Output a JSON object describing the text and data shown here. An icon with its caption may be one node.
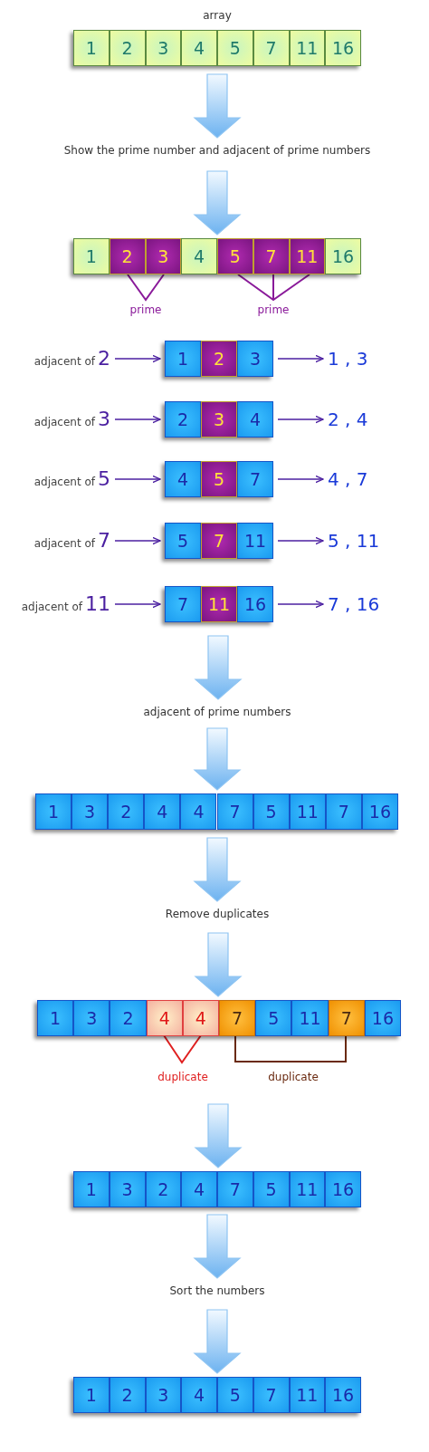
{
  "diagram": {
    "nodes": [
      {
        "text": [
          "array"
        ]
      },
      {
        "text": [
          "1"
        ],
        "in": 0
      },
      {
        "text": [
          "2"
        ],
        "in": 0
      },
      {
        "text": [
          "3"
        ],
        "in": 0
      },
      {
        "text": [
          "4"
        ],
        "in": 0
      },
      {
        "text": [
          "5"
        ],
        "in": 0
      },
      {
        "text": [
          "7"
        ],
        "in": 0
      },
      {
        "text": [
          "11"
        ],
        "in": 0
      },
      {
        "text": [
          "16"
        ],
        "in": 0
      },
      {
        "text": [
          "Show the prime number and adjacent of prime numbers"
        ]
      },
      {
        "text": [],
        "shape": "box"
      },
      {
        "text": [
          "1"
        ],
        "in": 10
      },
      {
        "text": [
          "2"
        ],
        "in": 10
      },
      {
        "text": [
          "3"
        ],
        "in": 10
      },
      {
        "text": [
          "4"
        ],
        "in": 10
      },
      {
        "text": [
          "5"
        ],
        "in": 10
      },
      {
        "text": [
          "7"
        ],
        "in": 10
      },
      {
        "text": [
          "11"
        ],
        "in": 10
      },
      {
        "text": [
          "16"
        ],
        "in": 10
      },
      {
        "text": [
          "adjacent of",
          "2"
        ]
      },
      {
        "text": [],
        "shape": "box"
      },
      {
        "text": [
          "1"
        ],
        "in": 20
      },
      {
        "text": [
          "2"
        ],
        "in": 20
      },
      {
        "text": [
          "3"
        ],
        "in": 20
      },
      {
        "text": [
          "1 , 3"
        ]
      },
      {
        "text": [
          "adjacent of",
          "3"
        ]
      },
      {
        "text": [],
        "shape": "box"
      },
      {
        "text": [
          "2"
        ],
        "in": 26
      },
      {
        "text": [
          "3"
        ],
        "in": 26
      },
      {
        "text": [
          "4"
        ],
        "in": 26
      },
      {
        "text": [
          "2 , 4"
        ]
      },
      {
        "text": [
          "adjacent of",
          "5"
        ]
      },
      {
        "text": [],
        "shape": "box"
      },
      {
        "text": [
          "4"
        ],
        "in": 32
      },
      {
        "text": [
          "5"
        ],
        "in": 32
      },
      {
        "text": [
          "7"
        ],
        "in": 32
      },
      {
        "text": [
          "4 , 7"
        ]
      },
      {
        "text": [
          "adjacent of",
          "7"
        ]
      },
      {
        "text": [],
        "shape": "box"
      },
      {
        "text": [
          "5"
        ],
        "in": 38
      },
      {
        "text": [
          "7"
        ],
        "in": 38
      },
      {
        "text": [
          "11"
        ],
        "in": 38
      },
      {
        "text": [
          "5 , 11"
        ]
      },
      {
        "text": [
          "adjacent of",
          "11"
        ]
      },
      {
        "text": [],
        "shape": "box"
      },
      {
        "text": [
          "7"
        ],
        "in": 44
      },
      {
        "text": [
          "11"
        ],
        "in": 44
      },
      {
        "text": [
          "16"
        ],
        "in": 44
      },
      {
        "text": [
          "7 , 16"
        ]
      },
      {
        "text": [
          "adjacent of prime numbers"
        ]
      },
      {
        "text": [],
        "shape": "box"
      },
      {
        "text": [
          "1"
        ],
        "in": 50
      },
      {
        "text": [
          "3"
        ],
        "in": 50
      },
      {
        "text": [
          "2"
        ],
        "in": 50
      },
      {
        "text": [
          "4"
        ],
        "in": 50
      },
      {
        "text": [
          "4"
        ],
        "in": 50
      },
      {
        "text": [
          "7"
        ],
        "in": 50
      },
      {
        "text": [
          "5"
        ],
        "in": 50
      },
      {
        "text": [
          "11"
        ],
        "in": 50
      },
      {
        "text": [
          "7"
        ],
        "in": 50
      },
      {
        "text": [
          "16"
        ],
        "in": 50
      },
      {
        "text": [
          "Remove duplicates"
        ]
      },
      {
        "text": [],
        "shape": "box"
      },
      {
        "text": [
          "1"
        ],
        "in": 62
      },
      {
        "text": [
          "3"
        ],
        "in": 62
      },
      {
        "text": [
          "2"
        ],
        "in": 62
      },
      {
        "text": [
          "4"
        ],
        "in": 62
      },
      {
        "text": [
          "4"
        ],
        "in": 62
      },
      {
        "text": [
          "7"
        ],
        "in": 62
      },
      {
        "text": [
          "5"
        ],
        "in": 62
      },
      {
        "text": [
          "11"
        ],
        "in": 62
      },
      {
        "text": [
          "7"
        ],
        "in": 62
      },
      {
        "text": [
          "16"
        ],
        "in": 62
      },
      {
        "text": [],
        "shape": "box"
      },
      {
        "text": [
          "1"
        ],
        "in": 73
      },
      {
        "text": [
          "3"
        ],
        "in": 73
      },
      {
        "text": [
          "2"
        ],
        "in": 73
      },
      {
        "text": [
          "4"
        ],
        "in": 73
      },
      {
        "text": [
          "7"
        ],
        "in": 73
      },
      {
        "text": [
          "5"
        ],
        "in": 73
      },
      {
        "text": [
          "11"
        ],
        "in": 73
      },
      {
        "text": [
          "16"
        ],
        "in": 73
      },
      {
        "text": [
          "Sort the numbers"
        ]
      },
      {
        "text": [],
        "shape": "box"
      },
      {
        "text": [
          "1"
        ],
        "in": 83
      },
      {
        "text": [
          "2"
        ],
        "in": 83
      },
      {
        "text": [
          "3"
        ],
        "in": 83
      },
      {
        "text": [
          "4"
        ],
        "in": 83
      },
      {
        "text": [
          "5"
        ],
        "in": 83
      },
      {
        "text": [
          "7"
        ],
        "in": 83
      },
      {
        "text": [
          "11"
        ],
        "in": 83
      },
      {
        "text": [
          "16"
        ],
        "in": 83
      }
    ],
    "edges": [
      {
        "from": 0,
        "to": 9,
        "arrow": "to",
        "style": "thick",
        "color": "#8ec4f2"
      },
      {
        "from": 9,
        "to": 10,
        "arrow": "to",
        "style": "thick",
        "color": "#8ec4f2"
      },
      {
        "from": 19,
        "to": 20,
        "arrow": "to"
      },
      {
        "from": 20,
        "to": 24,
        "arrow": "to"
      },
      {
        "from": 25,
        "to": 26,
        "arrow": "to"
      },
      {
        "from": 26,
        "to": 30,
        "arrow": "to"
      },
      {
        "from": 31,
        "to": 32,
        "arrow": "to"
      },
      {
        "from": 32,
        "to": 36,
        "arrow": "to"
      },
      {
        "from": 37,
        "to": 38,
        "arrow": "to"
      },
      {
        "from": 38,
        "to": 42,
        "arrow": "to"
      },
      {
        "from": 43,
        "to": 44,
        "arrow": "to"
      },
      {
        "from": 44,
        "to": 48,
        "arrow": "to"
      },
      {
        "from": 44,
        "to": 49,
        "arrow": "to",
        "style": "thick",
        "color": "#8ec4f2"
      },
      {
        "from": 49,
        "to": 50,
        "arrow": "to",
        "style": "thick",
        "color": "#8ec4f2"
      },
      {
        "from": 50,
        "to": 61,
        "arrow": "to",
        "style": "thick",
        "color": "#8ec4f2"
      },
      {
        "from": 61,
        "to": 62,
        "arrow": "to",
        "style": "thick",
        "color": "#8ec4f2"
      },
      {
        "from": 62,
        "to": 73,
        "arrow": "to",
        "style": "thick",
        "color": "#8ec4f2"
      },
      {
        "from": 73,
        "to": 82,
        "arrow": "to",
        "style": "thick",
        "color": "#8ec4f2"
      },
      {
        "from": 82,
        "to": 83,
        "arrow": "to",
        "style": "thick",
        "color": "#8ec4f2"
      }
    ],
    "labels": [
      "prime",
      "prime",
      "duplicate",
      "duplicate"
    ]
  }
}
